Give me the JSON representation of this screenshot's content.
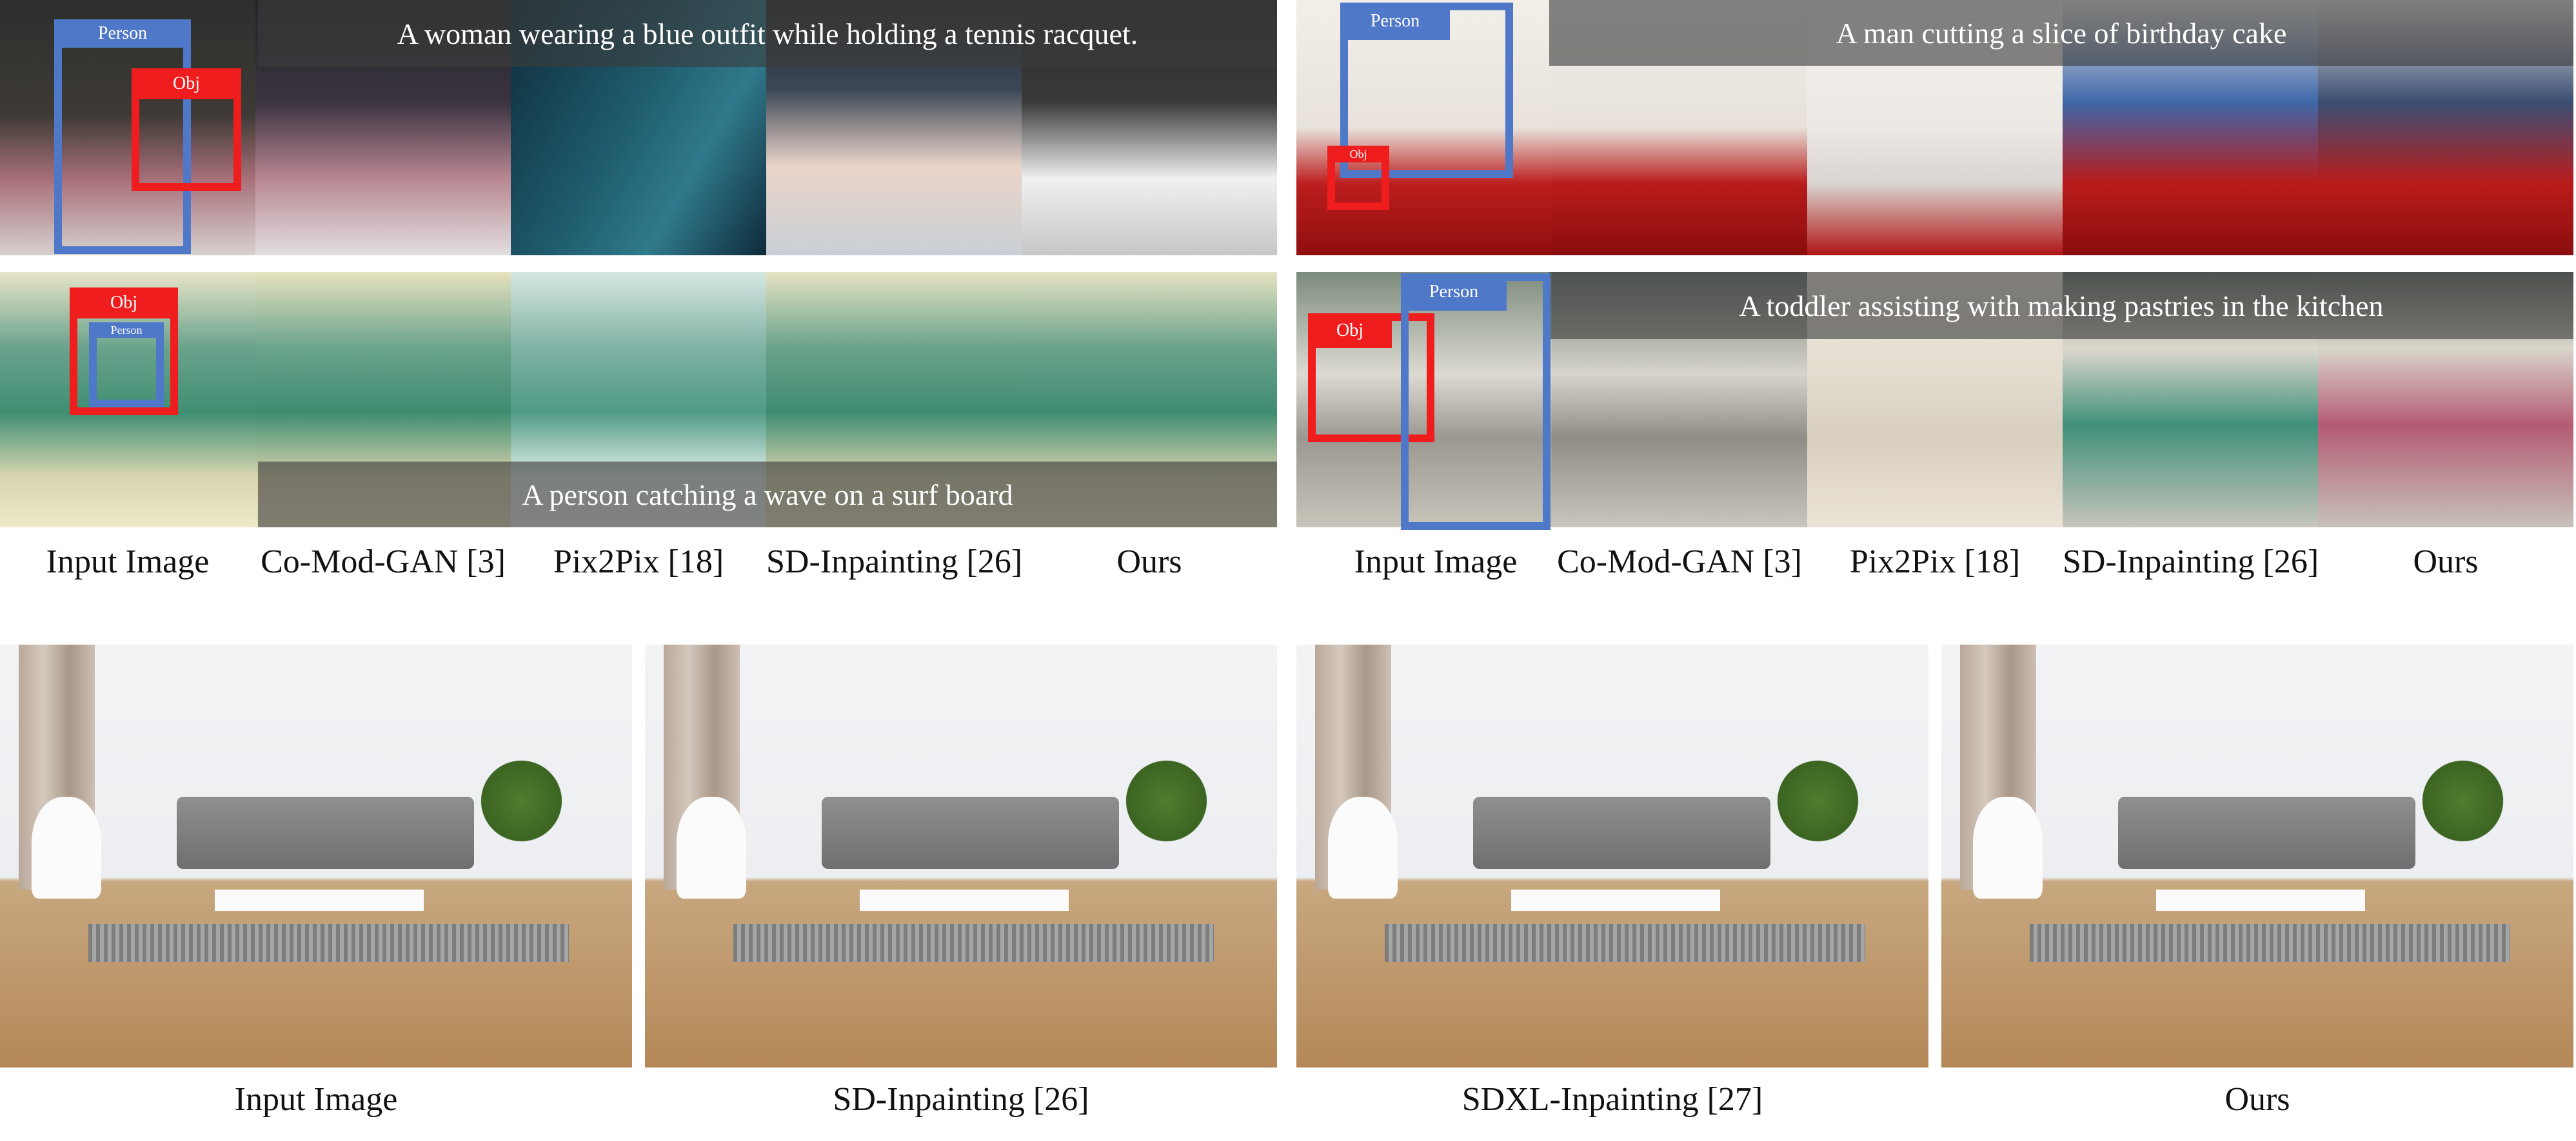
{
  "top_left": {
    "row1": {
      "caption": "A woman wearing a blue outfit while holding a tennis racquet.",
      "tags": {
        "person": "Person",
        "obj": "Obj"
      }
    },
    "row2": {
      "caption": "A person catching a wave on a surf board",
      "tags": {
        "person": "Person",
        "obj": "Obj"
      }
    },
    "labels": [
      "Input Image",
      "Co-Mod-GAN [3]",
      "Pix2Pix [18]",
      "SD-Inpainting [26]",
      "Ours"
    ]
  },
  "top_right": {
    "row1": {
      "caption": "A man cutting a slice of birthday cake",
      "tags": {
        "person": "Person",
        "obj": "Obj"
      }
    },
    "row2": {
      "caption": "A toddler assisting with making pastries in the kitchen",
      "tags": {
        "person": "Person",
        "obj": "Obj"
      }
    },
    "labels": [
      "Input Image",
      "Co-Mod-GAN [3]",
      "Pix2Pix [18]",
      "SD-Inpainting [26]",
      "Ours"
    ]
  },
  "bottom": {
    "labels": [
      "Input Image",
      "SD-Inpainting [26]",
      "SDXL-Inpainting [27]",
      "Ours"
    ]
  },
  "colors": {
    "person_box": "#4f78c8",
    "obj_box": "#ef1d1d",
    "caption_bg": "#3c3c3c"
  }
}
